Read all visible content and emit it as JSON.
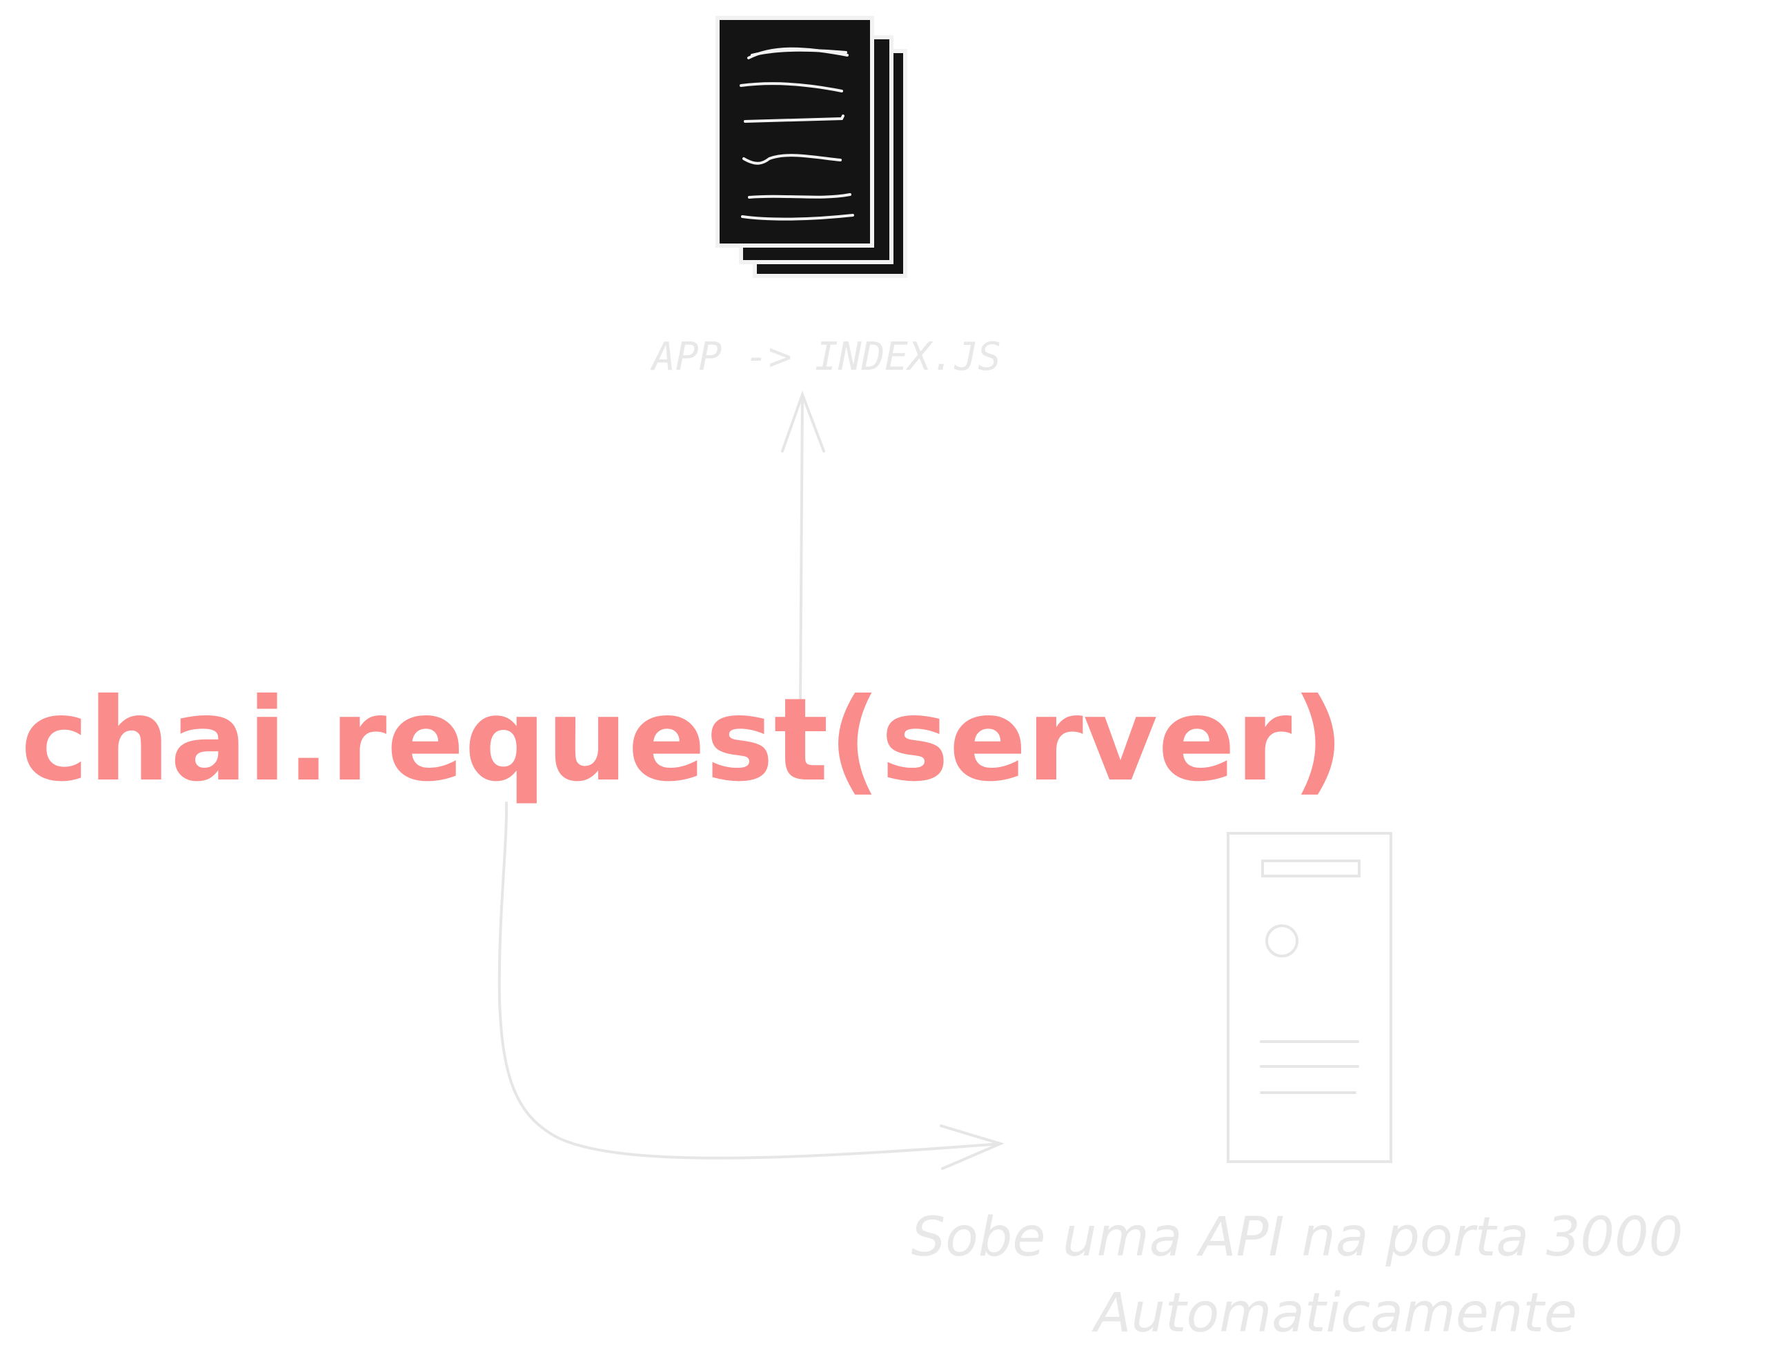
{
  "labels": {
    "app_file": "APP -> INDEX.JS",
    "request_call": "chai.request(server)",
    "api_line1": "Sobe uma API na porta 3000",
    "api_line2": "Automaticamente"
  },
  "colors": {
    "background": "#ffffff",
    "request_text": "#fa8c8c",
    "faint_text": "#e8e8e8",
    "faint_stroke": "#e6e6e6",
    "document_fill": "#141414",
    "document_stroke": "#f2f2f2"
  },
  "icons": {
    "documents": "stacked-documents-icon",
    "server": "server-tower-icon"
  }
}
